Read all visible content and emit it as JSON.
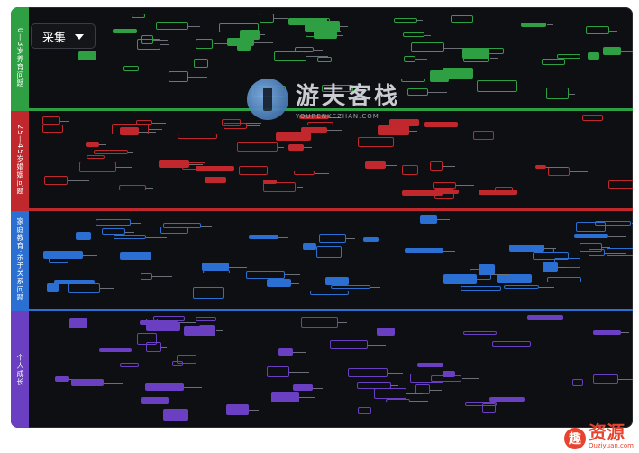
{
  "dropdown": {
    "label": "采集"
  },
  "sections": [
    {
      "label": "0—3岁养育问题",
      "color": "#2ea043"
    },
    {
      "label": "25—45岁婚姻问题",
      "color": "#c0282d"
    },
    {
      "label": "家庭教育·亲子关系问题",
      "color": "#2a6fd1"
    },
    {
      "label": "个人成长",
      "color": "#6a3fc1"
    }
  ],
  "watermark": {
    "title": "游夫客栈",
    "subtitle": "YOURENKEZHAN.COM"
  },
  "corner": {
    "glyph": "趣",
    "title": "资源",
    "subtitle": "Quziyuan.com"
  },
  "colors": {
    "green": "#2ea043",
    "red": "#c0282d",
    "blue": "#2a6fd1",
    "purple": "#6a3fc1"
  }
}
